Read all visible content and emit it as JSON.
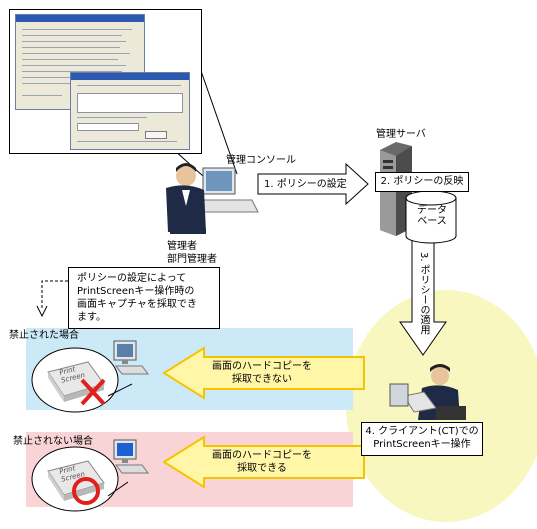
{
  "labels": {
    "console": "管理コンソール",
    "server": "管理サーバ",
    "database": "データ\nベース",
    "admin": "管理者\n部門管理者",
    "step1": "1. ポリシーの設定",
    "step2": "2. ポリシーの反映",
    "step3": "3. ポリシーの適用",
    "step4": "4. クライアント(CT)での\nPrintScreenキー操作",
    "note": "ポリシーの設定によって\nPrintScreenキー操作時の\n画面キャプチャを採取でき\nます。",
    "prohibited": "禁止された場合",
    "not_prohibited": "禁止されない場合",
    "cannot_copy": "画面のハードコピーを\n採取できない",
    "can_copy": "画面のハードコピーを\n採取できる",
    "key_text": "Print\nScreen"
  },
  "colors": {
    "blue_band": "#cce9f7",
    "pink_band": "#f9d4d6",
    "arrow_yellow": "#fff6a8",
    "arrow_yellow_edge": "#f4c400",
    "client_glow": "#f7f7bf",
    "x_mark": "#e0201c",
    "o_mark": "#e0201c"
  },
  "icons": [
    "screenshot-thumbnail",
    "admin-person-icon",
    "server-icon",
    "database-icon",
    "client-person-icon",
    "printscreen-key-icon",
    "monitor-icon"
  ]
}
